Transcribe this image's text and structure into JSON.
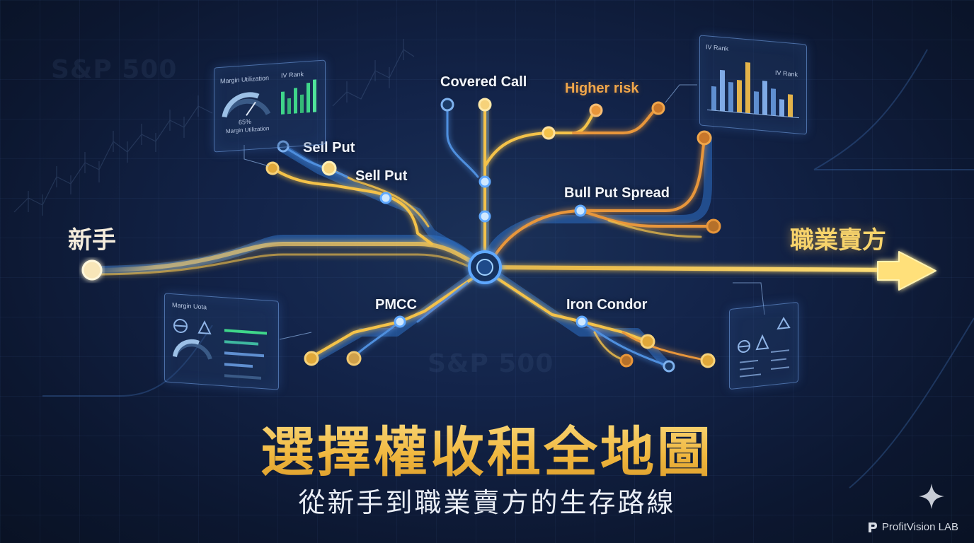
{
  "watermark_index_label": "S&P 500",
  "start_label": "新手",
  "end_label": "職業賣方",
  "title": "選擇權收租全地圖",
  "subtitle": "從新手到職業賣方的生存路線",
  "brand": "ProfitVision LAB",
  "strategy_labels": {
    "covered_call": "Covered Call",
    "higher_risk": "Higher risk",
    "sell_put_upper": "Sell Put",
    "sell_put_lower": "Sell Put",
    "bull_put_spread": "Bull Put Spread",
    "pmcc": "PMCC",
    "iron_condor": "Iron Condor"
  },
  "panels": {
    "top_left": {
      "gauge_title": "Margin Utilization",
      "bars_title": "IV Rank",
      "gauge_value": "65%",
      "gauge_caption": "Margin Utilization"
    },
    "top_right": {
      "left_title": "IV Rank",
      "right_title": "IV Rank"
    },
    "bottom_left": {
      "title": "Margin Uota"
    }
  },
  "colors": {
    "gold": "#f4c24a",
    "orange": "#e8963a",
    "blue_line": "#3f8ce0",
    "background": "#10203f"
  },
  "icons": [
    "gauge-icon",
    "bar-chart-icon",
    "triangle-icon",
    "theta-icon",
    "sparkle-icon",
    "brand-logo-icon",
    "arrow-icon"
  ]
}
